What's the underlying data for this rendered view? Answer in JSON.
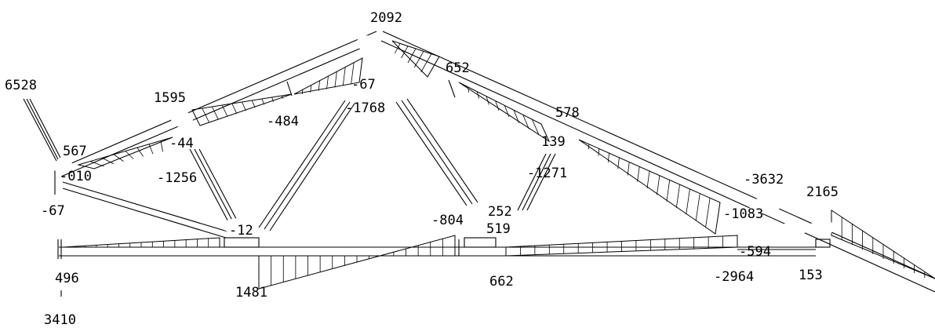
{
  "diagram": {
    "labels": [
      {
        "id": "t2092",
        "text": "2092"
      },
      {
        "id": "t652",
        "text": "652"
      },
      {
        "id": "t6528",
        "text": "6528"
      },
      {
        "id": "t1595",
        "text": "1595"
      },
      {
        "id": "t578",
        "text": "578"
      },
      {
        "id": "t567",
        "text": "567"
      },
      {
        "id": "tn67a",
        "text": "-67"
      },
      {
        "id": "tn1768",
        "text": "-1768"
      },
      {
        "id": "tn484",
        "text": "-484"
      },
      {
        "id": "tn44",
        "text": "-44"
      },
      {
        "id": "t139",
        "text": "139"
      },
      {
        "id": "tn010",
        "text": "-010"
      },
      {
        "id": "tn1256",
        "text": "-1256"
      },
      {
        "id": "tn1271",
        "text": "-1271"
      },
      {
        "id": "tn3632",
        "text": "-3632"
      },
      {
        "id": "t2165",
        "text": "2165"
      },
      {
        "id": "tn67b",
        "text": "-67"
      },
      {
        "id": "tn1083",
        "text": "-1083"
      },
      {
        "id": "tn12",
        "text": "-12"
      },
      {
        "id": "tn804",
        "text": "-804"
      },
      {
        "id": "t519",
        "text": "519"
      },
      {
        "id": "t252",
        "text": "252"
      },
      {
        "id": "tn594",
        "text": "-594"
      },
      {
        "id": "t496",
        "text": "496"
      },
      {
        "id": "t1481",
        "text": "1481"
      },
      {
        "id": "t662",
        "text": "662"
      },
      {
        "id": "tn2964",
        "text": "-2964"
      },
      {
        "id": "t153",
        "text": "153"
      },
      {
        "id": "t3410",
        "text": "3410"
      }
    ]
  }
}
